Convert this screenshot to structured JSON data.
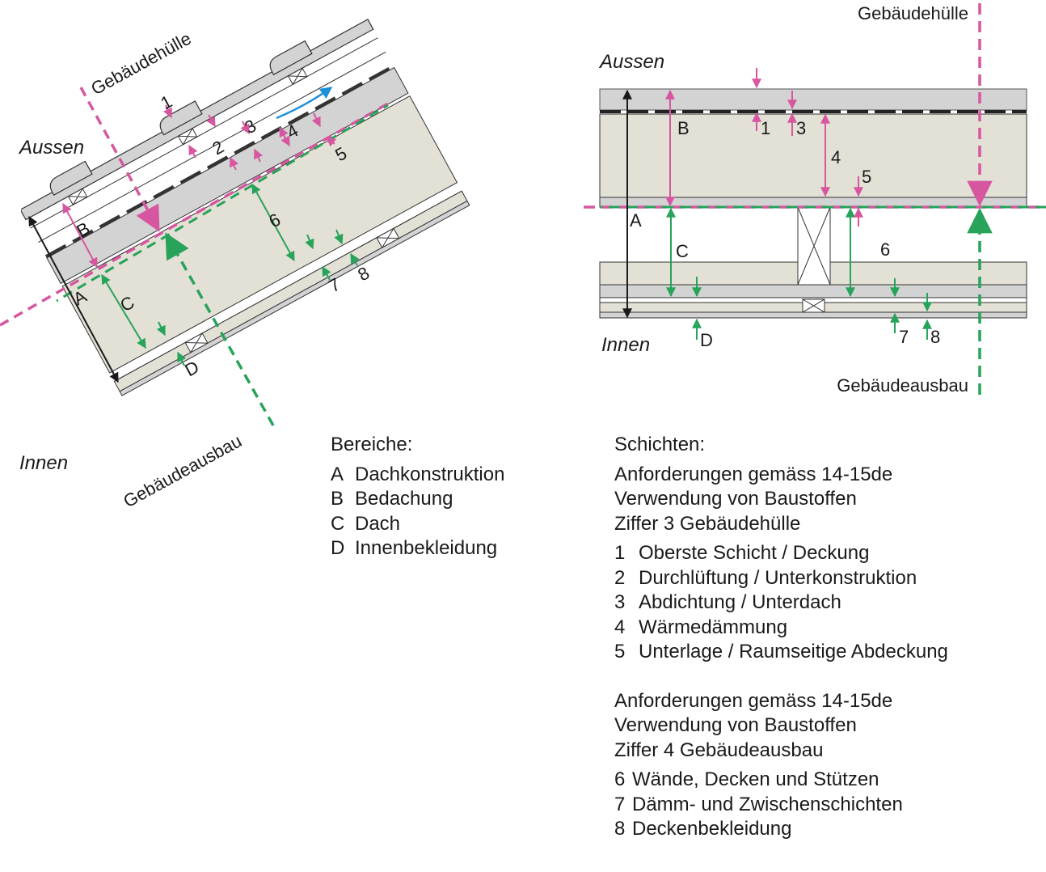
{
  "colors": {
    "envelope_pink": "#d6579f",
    "finishing_green": "#27a35a",
    "airflow_blue": "#1e90d8",
    "layer_gray": "#d3d3d3",
    "insulation_beige": "#e3e0d6",
    "line_dark": "#333333"
  },
  "left_diagram": {
    "outside_label": "Aussen",
    "inside_label": "Innen",
    "envelope_label": "Gebäudehülle",
    "finishing_label": "Gebäudeausbau",
    "area_markers": [
      "A",
      "B",
      "C",
      "D"
    ],
    "layer_markers": [
      "1",
      "2",
      "3",
      "4",
      "5",
      "6",
      "7",
      "8"
    ]
  },
  "right_diagram": {
    "outside_label": "Aussen",
    "inside_label": "Innen",
    "envelope_label": "Gebäudehülle",
    "finishing_label": "Gebäudeausbau",
    "area_markers": [
      "A",
      "B",
      "C",
      "D"
    ],
    "layer_markers": [
      "1",
      "3",
      "4",
      "5",
      "6",
      "7",
      "8"
    ]
  },
  "bereiche": {
    "heading": "Bereiche:",
    "items": [
      {
        "key": "A",
        "label": "Dachkonstruktion"
      },
      {
        "key": "B",
        "label": "Bedachung"
      },
      {
        "key": "C",
        "label": "Dach"
      },
      {
        "key": "D",
        "label": "Innenbekleidung"
      }
    ]
  },
  "schichten": {
    "heading": "Schichten:",
    "group1": {
      "title_lines": [
        "Anforderungen gemäss 14-15de",
        "Verwendung von Baustoffen",
        "Ziffer 3 Gebäudehülle"
      ],
      "items": [
        {
          "key": "1",
          "label": "Oberste Schicht / Deckung"
        },
        {
          "key": "2",
          "label": "Durchlüftung / Unterkonstruktion"
        },
        {
          "key": "3",
          "label": "Abdichtung / Unterdach"
        },
        {
          "key": "4",
          "label": "Wärmedämmung"
        },
        {
          "key": "5",
          "label": "Unterlage / Raumseitige Abdeckung"
        }
      ]
    },
    "group2": {
      "title_lines": [
        "Anforderungen gemäss 14-15de",
        "Verwendung von Baustoffen",
        "Ziffer 4 Gebäudeausbau"
      ],
      "items": [
        {
          "key": "6",
          "label": "Wände, Decken und Stützen"
        },
        {
          "key": "7",
          "label": "Dämm- und Zwischenschichten"
        },
        {
          "key": "8",
          "label": "Deckenbekleidung"
        }
      ]
    }
  }
}
